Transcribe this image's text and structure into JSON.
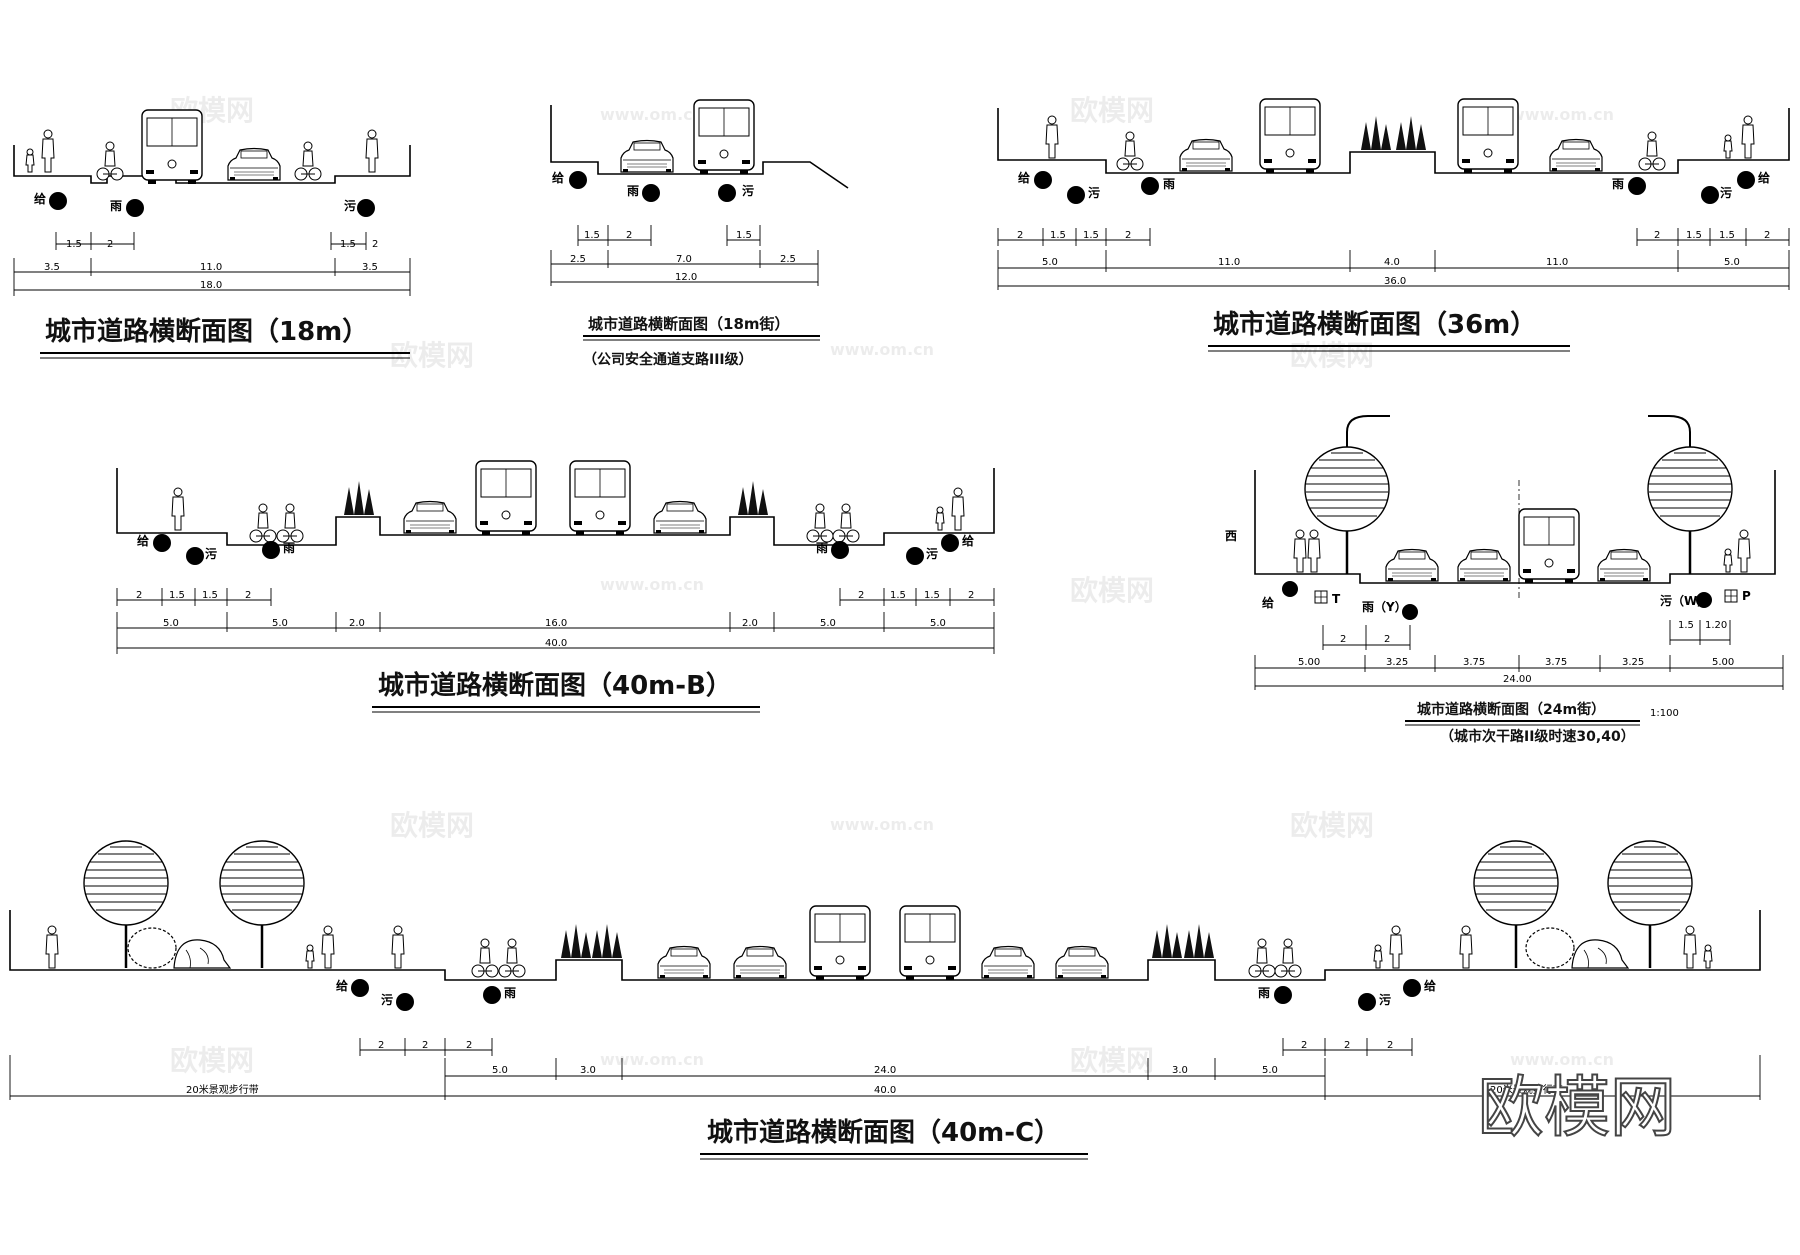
{
  "sections": [
    {
      "title": "城市道路横断面图（18m）",
      "sublines": [],
      "utilities": [
        "给",
        "雨",
        "污"
      ],
      "dims_sub": [
        "1.5",
        "2",
        "1.5",
        "2"
      ],
      "dims_main": [
        "3.5",
        "11.0",
        "3.5"
      ],
      "total": "18.0"
    },
    {
      "title": "城市道路横断面图（18m街）",
      "sublines": [
        "（公司安全通道支路III级）"
      ],
      "utilities": [
        "给",
        "雨",
        "污"
      ],
      "dims_sub": [
        "1.5",
        "2",
        "1.5"
      ],
      "dims_main": [
        "2.5",
        "7.0",
        "2.5"
      ],
      "total": "12.0"
    },
    {
      "title": "城市道路横断面图（36m）",
      "sublines": [],
      "utilities": [
        "给",
        "污",
        "雨",
        "雨",
        "污",
        "给"
      ],
      "dims_sub": [
        "2",
        "1.5",
        "1.5",
        "2",
        "2",
        "1.5",
        "1.5",
        "2"
      ],
      "dims_main": [
        "5.0",
        "11.0",
        "4.0",
        "11.0",
        "5.0"
      ],
      "total": "36.0"
    },
    {
      "title": "城市道路横断面图（40m-B）",
      "sublines": [],
      "utilities": [
        "给",
        "污",
        "雨",
        "雨",
        "污",
        "给"
      ],
      "dims_sub": [
        "2",
        "1.5",
        "1.5",
        "2",
        "2",
        "1.5",
        "1.5",
        "2"
      ],
      "dims_main": [
        "5.0",
        "5.0",
        "2.0",
        "16.0",
        "2.0",
        "5.0",
        "5.0"
      ],
      "total": "40.0"
    },
    {
      "title": "城市道路横断面图（24m街）",
      "scale": "1:100",
      "sublines": [
        "（城市次干路II级时速30,40）"
      ],
      "side_label": "西",
      "utilities": [
        "给",
        "T",
        "雨（Y）",
        "污（W）",
        "P"
      ],
      "dims_sub": [
        "2",
        "2",
        "1.5",
        "1.20"
      ],
      "dims_main": [
        "5.00",
        "3.25",
        "3.75",
        "3.75",
        "3.25",
        "5.00"
      ],
      "total": "24.00"
    },
    {
      "title": "城市道路横断面图（40m-C）",
      "sublines": [],
      "utilities": [
        "给",
        "污",
        "雨",
        "雨",
        "污",
        "给"
      ],
      "dims_sub": [
        "2",
        "2",
        "2",
        "2",
        "2",
        "2"
      ],
      "dims_main": [
        "5.0",
        "3.0",
        "24.0",
        "3.0",
        "5.0"
      ],
      "total": "40.0",
      "left_label": "20米景观步行带",
      "right_label": "20米景观步行带"
    }
  ],
  "watermark": {
    "brand": "欧模网",
    "url": "www.om.cn"
  }
}
